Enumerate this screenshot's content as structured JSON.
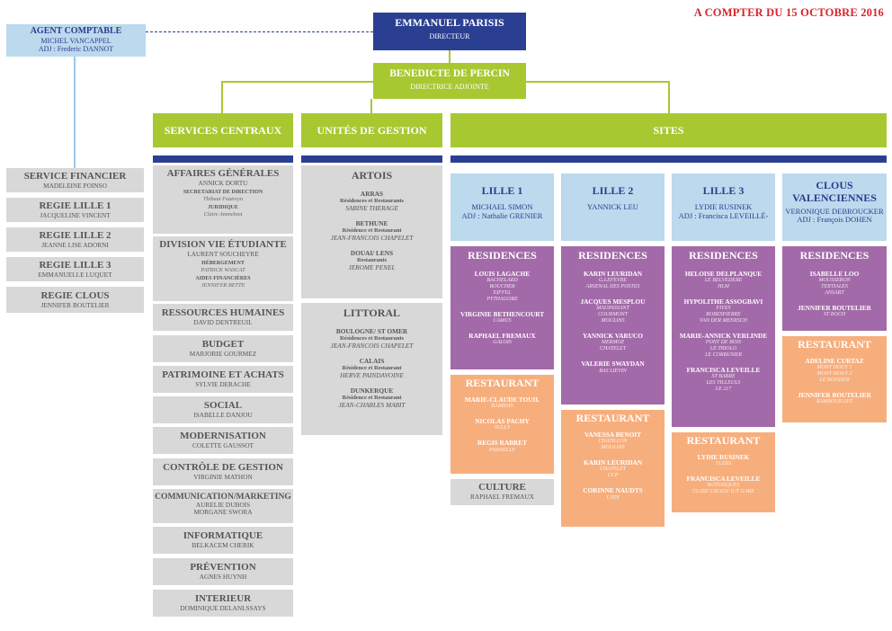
{
  "date_label": "A COMPTER DU 15 OCTOBRE 2016",
  "agent": {
    "title": "AGENT COMPTABLE",
    "name": "MICHEL VANCAPPEL",
    "adj": "ADJ : Frederic DANNOT"
  },
  "director": {
    "name": "EMMANUEL PARISIS",
    "role": "DIRECTEUR"
  },
  "adjointe": {
    "name": "BENEDICTE DE PERCIN",
    "role": "DIRECTRICE ADJOINTE"
  },
  "headers": {
    "services": "SERVICES CENTRAUX",
    "unites": "UNITÉS DE GESTION",
    "sites": "SITES"
  },
  "finance": [
    {
      "title": "SERVICE FINANCIER",
      "name": "MADELEINE POINSO"
    },
    {
      "title": "REGIE LILLE 1",
      "name": "JACQUELINE VINCENT"
    },
    {
      "title": "REGIE LILLE 2",
      "name": "JEANNE LISE ADORNI"
    },
    {
      "title": "REGIE LILLE 3",
      "name": "EMMANUELLE LUQUET"
    },
    {
      "title": "REGIE CLOUS",
      "name": "JENNIFER BOUTELIER"
    }
  ],
  "services": {
    "affaires": {
      "title": "AFFAIRES GÉNÉRALES",
      "name": "ANNICK DORTU",
      "s1": "SECRETARIAT DE DIRECTION",
      "s1a": "Thibaut Foutreyn",
      "s2": "JURIDIQUE",
      "s2a": "Claire Ammeloot"
    },
    "vie": {
      "title": "DIVISION VIE ÉTUDIANTE",
      "name": "LAURENT SOUCHEYRE",
      "s1": "HÉBERGEMENT",
      "s1a": "PATRICK WASCAT",
      "s2": "AIDES FINANCIÈRES",
      "s2a": "JENNIFER BETTE"
    },
    "others": [
      {
        "title": "RESSOURCES HUMAINES",
        "name": "DAVID DENTREUIL"
      },
      {
        "title": "BUDGET",
        "name": "MARJORIE GOURMEZ"
      },
      {
        "title": "PATRIMOINE ET ACHATS",
        "name": "SYLVIE DERACHE"
      },
      {
        "title": "SOCIAL",
        "name": "ISABELLE DANJOU"
      },
      {
        "title": "MODERNISATION",
        "name": "COLETTE GAUSSOT"
      },
      {
        "title": "CONTRÔLE DE GESTION",
        "name": "VIRGINIE MATHON"
      },
      {
        "title": "COMMUNICATION/MARKETING",
        "name": "AURELIE DUBOIS",
        "name2": "MORGANE SWORA"
      },
      {
        "title": "INFORMATIQUE",
        "name": "BELKACEM CHERIK"
      },
      {
        "title": "PRÉVENTION",
        "name": "AGNES HUYNH"
      },
      {
        "title": "INTERIEUR",
        "name": "DOMINIQUE DELANLSSAYS"
      }
    ]
  },
  "artois": {
    "title": "ARTOIS",
    "units": [
      {
        "city": "ARRAS",
        "type": "Résidences et Restaurants",
        "name": "SABINE THERAGE"
      },
      {
        "city": "BETHUNE",
        "type": "Résidence et Restaurant",
        "name": "JEAN-FRANCOIS CHAPELET"
      },
      {
        "city": "DOUAI/ LENS",
        "type": "Restaurants",
        "name": "JEROME PENEL"
      }
    ]
  },
  "littoral": {
    "title": "LITTORAL",
    "units": [
      {
        "city": "BOULOGNE/ ST OMER",
        "type": "Résidences et Restaurants",
        "name": "JEAN-FRANCOIS CHAPELET"
      },
      {
        "city": "CALAIS",
        "type": "Résidence et Restaurant",
        "name": "HERVE PAINDAVOINE"
      },
      {
        "city": "DUNKERQUE",
        "type": "Résidence et Restaurant",
        "name": "JEAN-CHARLES MABIT"
      }
    ]
  },
  "sites": [
    {
      "title": "LILLE 1",
      "line1": "MICHAEL SIMON",
      "line2": "ADJ : Nathalie GRENIER",
      "res_title": "RESIDENCES",
      "residences": [
        {
          "name": "LOUIS LAGACHE",
          "places": [
            "BACHELARD",
            "BOUCHER",
            "EIFFEL",
            "PYTHAGORE"
          ]
        },
        {
          "name": "VIRGINIE BETHENCOURT",
          "places": [
            "CAMUS"
          ]
        },
        {
          "name": "RAPHAEL FREMAUX",
          "places": [
            "GALOIS"
          ]
        }
      ],
      "rest_title": "RESTAURANT",
      "restaurants": [
        {
          "name": "MARIE-CLAUDE TOUIL",
          "places": [
            "BARROIS"
          ]
        },
        {
          "name": "NICOLAS PACHY",
          "places": [
            "SULLY"
          ]
        },
        {
          "name": "REGIS RABRET",
          "places": [
            "PARISELLE"
          ]
        }
      ]
    },
    {
      "title": "LILLE 2",
      "line1": "YANNICK LEU",
      "line2": "",
      "res_title": "RESIDENCES",
      "residences": [
        {
          "name": "KARIN LEURIDAN",
          "places": [
            "G.LEFEVRE",
            "ARSENAL DES POSTES"
          ]
        },
        {
          "name": "JACQUES MESPLOU",
          "places": [
            "MAUPASSANT",
            "COURMONT",
            "MOULINS"
          ]
        },
        {
          "name": "YANNICK VARUCO",
          "places": [
            "MERMOZ",
            "CHATELET"
          ]
        },
        {
          "name": "VALERIE SWAYDAN",
          "places": [
            "BAS LIEVIN"
          ]
        }
      ],
      "rest_title": "RESTAURANT",
      "restaurants": [
        {
          "name": "VANESSA BENOIT",
          "places": [
            "CHATILLON",
            "MOULINS"
          ]
        },
        {
          "name": "KARIN LEURIDAN",
          "places": [
            "CHATELET",
            "UCP"
          ]
        },
        {
          "name": "CORINNE NAUDTS",
          "places": [
            "L'EPI"
          ]
        }
      ]
    },
    {
      "title": "LILLE 3",
      "line1": "LYDIE RUSINEK",
      "line2": "ADJ : Francisca LEVEILLÉ-",
      "res_title": "RESIDENCES",
      "residences": [
        {
          "name": "HELOISE DELPLANQUE",
          "places": [
            "LE BELVEDERE",
            "HLM"
          ]
        },
        {
          "name": "HYPOLITHE ASSOGBAVI",
          "places": [
            "FIVES",
            "ROBESPIERRE",
            "VAN DER MEERSCH"
          ]
        },
        {
          "name": "MARIE-ANNICK VERLINDE",
          "places": [
            "PONT DE BOIS",
            "LE TRIOLO",
            "LE CORBUSIER"
          ]
        },
        {
          "name": "FRANCISCA LEVEILLE",
          "places": [
            "ST BABRE",
            "LES TILLEULS",
            "LE 217"
          ]
        }
      ],
      "rest_title": "RESTAURANT",
      "restaurants": [
        {
          "name": "LYDIE RUSINEK",
          "places": [
            "FLERS"
          ]
        },
        {
          "name": "FRANCISCA LEVEILLE",
          "places": [
            "BOTANIQUES",
            "CLASS' CROUS/ IUT GARE"
          ]
        }
      ]
    },
    {
      "title": "CLOUS VALENCIENNES",
      "line1": "VERONIQUE DEBROUCKER",
      "line2": "ADJ : François DOHEN",
      "res_title": "RESIDENCES",
      "residences": [
        {
          "name": "ISABELLE LOO",
          "places": [
            "MOUSSERON",
            "TERTIALES",
            "ANSART"
          ]
        },
        {
          "name": "JENNIFER BOUTELIER",
          "places": [
            "ST ROCH"
          ]
        }
      ],
      "rest_title": "RESTAURANT",
      "restaurants": [
        {
          "name": "ADELINE CURTAZ",
          "places": [
            "MONT HOUY 1",
            "MONT HOUY 2",
            "LE BONZIER"
          ]
        },
        {
          "name": "JENNIFER BOUTELIER",
          "places": [
            "RAMBOUILLET"
          ]
        }
      ]
    }
  ],
  "culture": {
    "title": "CULTURE",
    "name": "RAPHAEL FREMAUX"
  },
  "colors": {
    "navy": "#2b3f92",
    "green": "#a8c832",
    "light_blue": "#bcd9ee",
    "grey": "#d8d8d8",
    "purple": "#a36aa9",
    "orange": "#f7ae7d",
    "red": "#d9232a"
  }
}
